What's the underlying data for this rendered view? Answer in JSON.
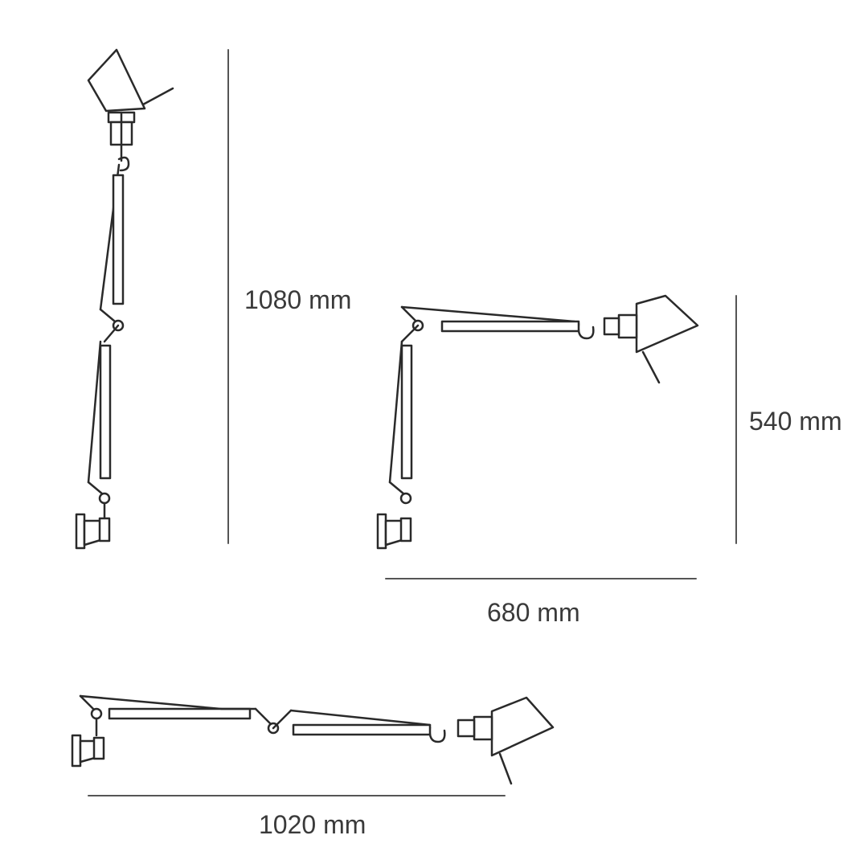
{
  "diagram": {
    "subject": "Wall-mounted articulated lamp dimensions",
    "views": [
      {
        "id": "vertical",
        "dimension_label": "1080 mm",
        "orientation": "vertical"
      },
      {
        "id": "right-angle",
        "height_label": "540 mm",
        "width_label": "680 mm"
      },
      {
        "id": "horizontal",
        "dimension_label": "1020 mm",
        "orientation": "horizontal"
      }
    ]
  },
  "colors": {
    "line": "#2a2a2a",
    "dim_line": "#555555",
    "text": "#3a3a3a",
    "background": "#ffffff"
  }
}
